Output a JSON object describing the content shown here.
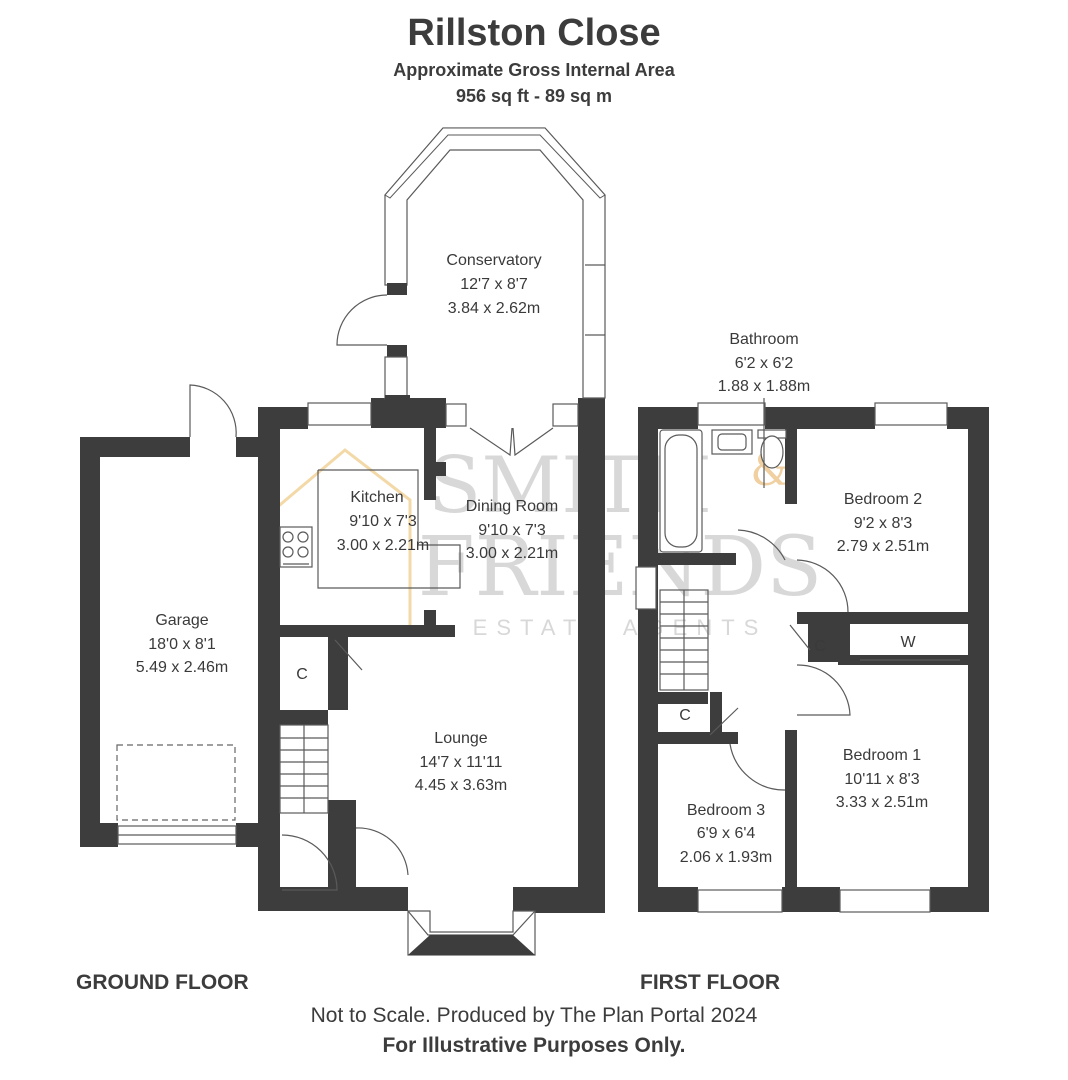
{
  "header": {
    "title": "Rillston Close",
    "subtitle": "Approximate Gross Internal Area",
    "area": "956 sq ft - 89 sq m"
  },
  "floors": {
    "ground": "GROUND FLOOR",
    "first": "FIRST FLOOR"
  },
  "watermark": {
    "line1": "SMITH",
    "amp": "&",
    "line2": "FRIENDS",
    "line3": "ESTATE AGENTS"
  },
  "rooms": {
    "conservatory": {
      "name": "Conservatory",
      "imperial": "12'7 x 8'7",
      "metric": "3.84 x 2.62m"
    },
    "kitchen": {
      "name": "Kitchen",
      "imperial": "9'10 x 7'3",
      "metric": "3.00 x 2.21m"
    },
    "dining": {
      "name": "Dining Room",
      "imperial": "9'10 x 7'3",
      "metric": "3.00 x 2.21m"
    },
    "garage": {
      "name": "Garage",
      "imperial": "18'0 x 8'1",
      "metric": "5.49 x 2.46m"
    },
    "lounge": {
      "name": "Lounge",
      "imperial": "14'7 x 11'11",
      "metric": "4.45 x 3.63m"
    },
    "bathroom": {
      "name": "Bathroom",
      "imperial": "6'2 x 6'2",
      "metric": "1.88 x 1.88m"
    },
    "bedroom2": {
      "name": "Bedroom 2",
      "imperial": "9'2 x 8'3",
      "metric": "2.79 x 2.51m"
    },
    "bedroom1": {
      "name": "Bedroom  1",
      "imperial": "10'11 x 8'3",
      "metric": "3.33 x 2.51m"
    },
    "bedroom3": {
      "name": "Bedroom 3",
      "imperial": "6'9 x 6'4",
      "metric": "2.06 x 1.93m"
    }
  },
  "labels": {
    "cupboard": "C",
    "wardrobe": "W"
  },
  "footer": {
    "line1": "Not to Scale. Produced by The Plan Portal 2024",
    "line2": "For Illustrative Purposes Only."
  }
}
